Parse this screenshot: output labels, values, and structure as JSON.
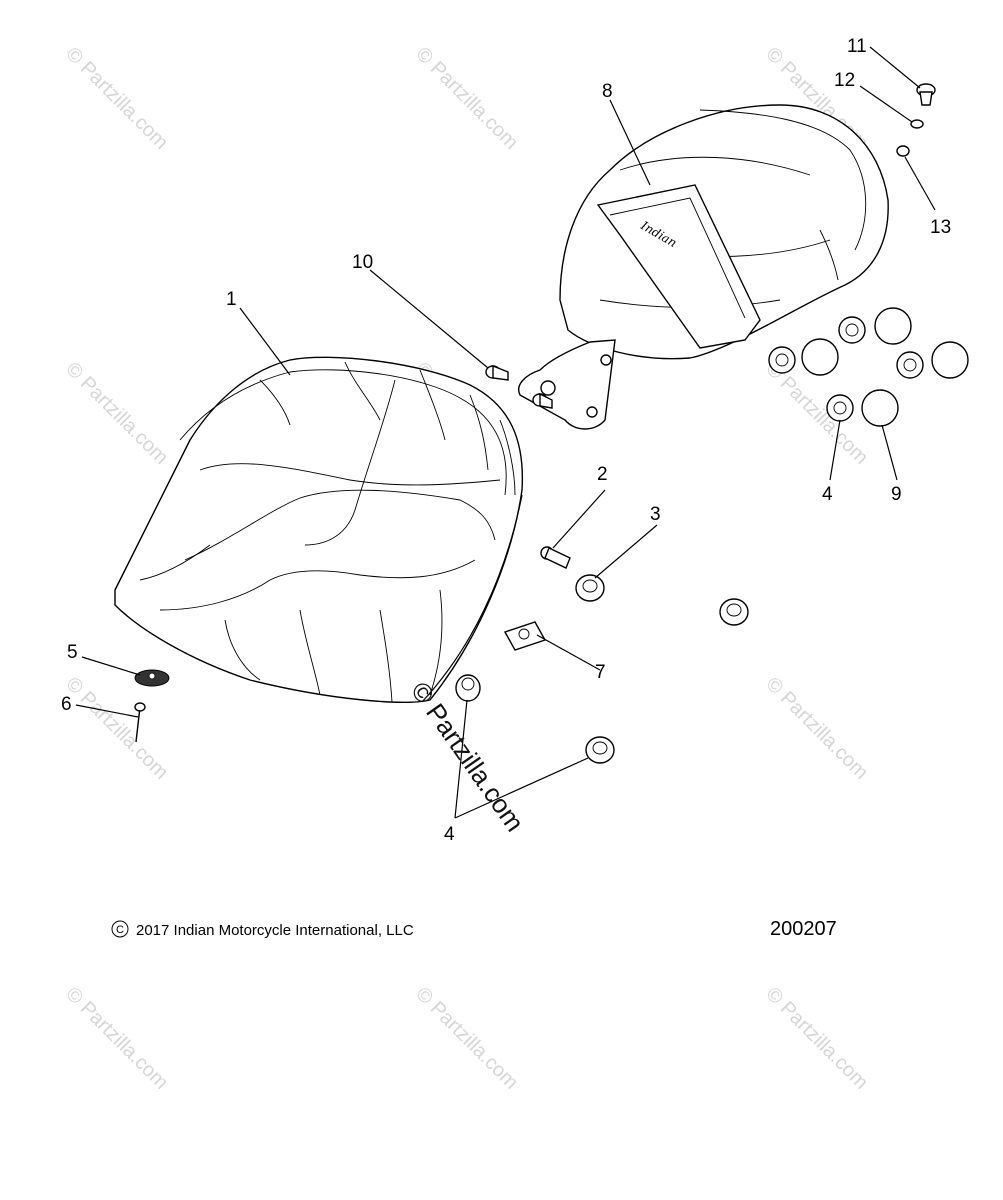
{
  "callouts": {
    "c1": "1",
    "c2": "2",
    "c3": "3",
    "c4a": "4",
    "c4b": "4",
    "c5": "5",
    "c6": "6",
    "c7": "7",
    "c8": "8",
    "c9": "9",
    "c10": "10",
    "c11": "11",
    "c12": "12",
    "c13": "13"
  },
  "footer": {
    "copyright_symbol": "©",
    "copyright": "2017 Indian Motorcycle International, LLC",
    "diagram_number": "200207"
  },
  "watermark": {
    "symbol": "©",
    "text": "Partzilla.com",
    "large": "© Partzilla.com"
  }
}
